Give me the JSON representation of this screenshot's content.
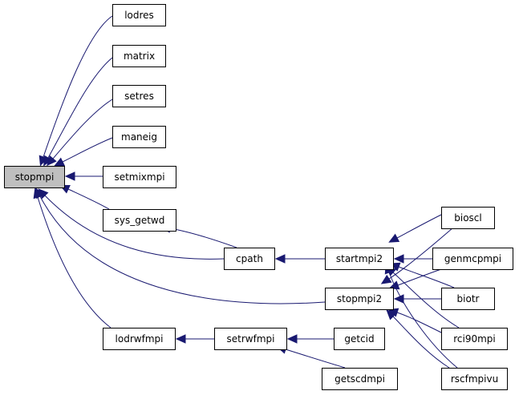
{
  "graph": {
    "root": "stopmpi",
    "nodes": {
      "stopmpi": "stopmpi",
      "lodres": "lodres",
      "matrix": "matrix",
      "setres": "setres",
      "maneig": "maneig",
      "setmixmpi": "setmixmpi",
      "sys_getwd": "sys_getwd",
      "cpath": "cpath",
      "startmpi2": "startmpi2",
      "stopmpi2": "stopmpi2",
      "lodrwfmpi": "lodrwfmpi",
      "setrwfmpi": "setrwfmpi",
      "getcid": "getcid",
      "getscdmpi": "getscdmpi",
      "bioscl": "bioscl",
      "genmcpmpi": "genmcpmpi",
      "biotr": "biotr",
      "rci90mpi": "rci90mpi",
      "rscfmpivu": "rscfmpivu"
    },
    "edges": [
      [
        "lodres",
        "stopmpi"
      ],
      [
        "matrix",
        "stopmpi"
      ],
      [
        "setres",
        "stopmpi"
      ],
      [
        "maneig",
        "stopmpi"
      ],
      [
        "setmixmpi",
        "stopmpi"
      ],
      [
        "sys_getwd",
        "stopmpi"
      ],
      [
        "cpath",
        "stopmpi"
      ],
      [
        "stopmpi2",
        "stopmpi"
      ],
      [
        "lodrwfmpi",
        "stopmpi"
      ],
      [
        "cpath",
        "sys_getwd"
      ],
      [
        "startmpi2",
        "cpath"
      ],
      [
        "bioscl",
        "startmpi2"
      ],
      [
        "genmcpmpi",
        "startmpi2"
      ],
      [
        "biotr",
        "startmpi2"
      ],
      [
        "rci90mpi",
        "startmpi2"
      ],
      [
        "rscfmpivu",
        "startmpi2"
      ],
      [
        "bioscl",
        "stopmpi2"
      ],
      [
        "genmcpmpi",
        "stopmpi2"
      ],
      [
        "biotr",
        "stopmpi2"
      ],
      [
        "rci90mpi",
        "stopmpi2"
      ],
      [
        "rscfmpivu",
        "stopmpi2"
      ],
      [
        "setrwfmpi",
        "lodrwfmpi"
      ],
      [
        "getcid",
        "setrwfmpi"
      ],
      [
        "getscdmpi",
        "setrwfmpi"
      ]
    ]
  }
}
